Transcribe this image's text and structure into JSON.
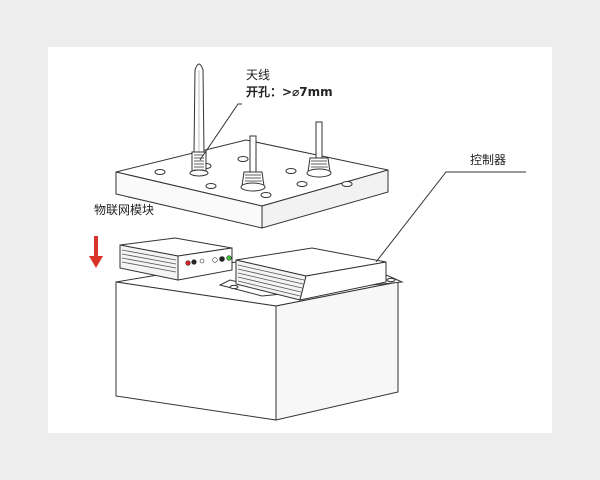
{
  "labels": {
    "antenna_title": "天线",
    "antenna_hole": "开孔：>⌀7mm",
    "controller": "控制器",
    "iot_module": "物联网模块"
  },
  "colors": {
    "line": "#333333",
    "face_light": "#ffffff",
    "face_side": "#f2f2f2",
    "arrow": "#d9342b",
    "led_red": "#e02020",
    "led_green": "#3cc43c"
  }
}
